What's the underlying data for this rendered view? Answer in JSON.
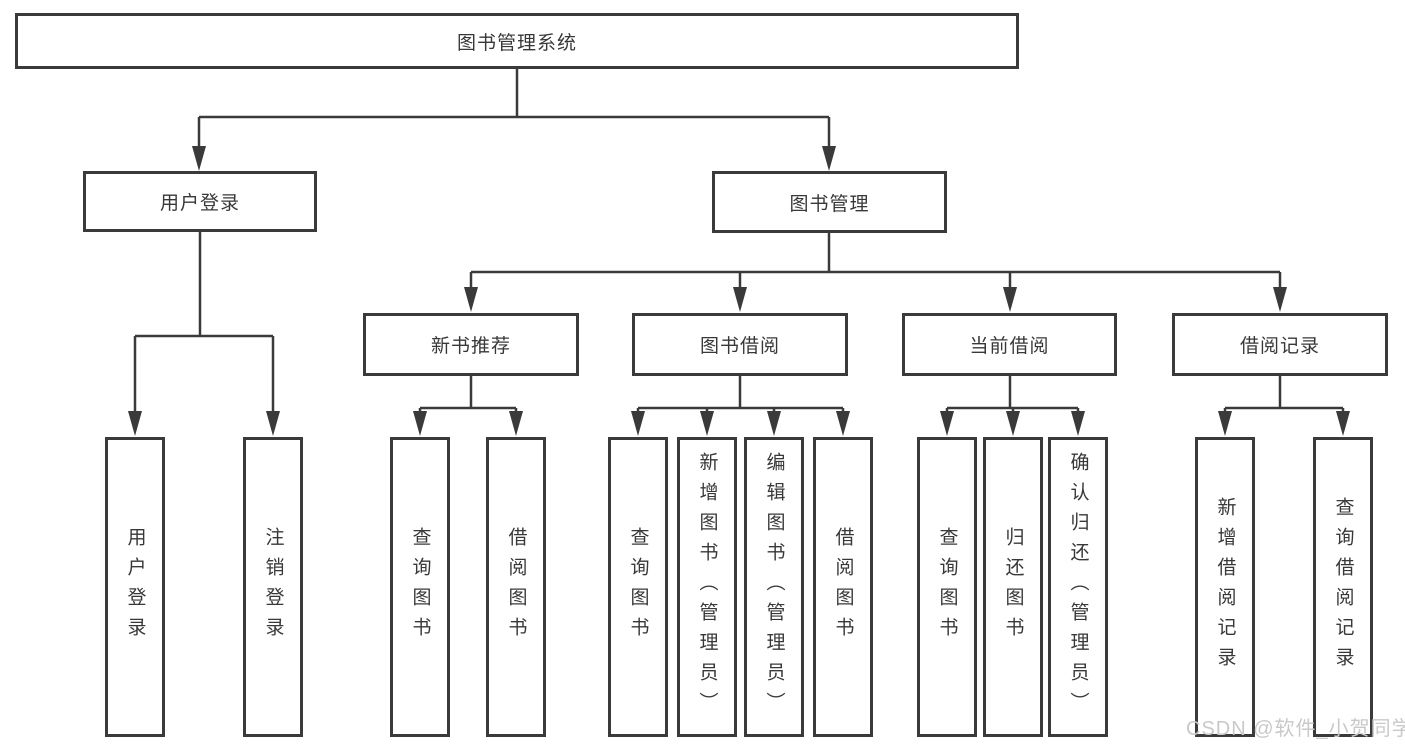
{
  "root": {
    "label": "图书管理系统"
  },
  "login": {
    "label": "用户登录",
    "children": [
      {
        "label": "用户登录"
      },
      {
        "label": "注销登录"
      }
    ]
  },
  "management": {
    "label": "图书管理",
    "modules": [
      {
        "label": "新书推荐",
        "children": [
          {
            "label": "查询图书"
          },
          {
            "label": "借阅图书"
          }
        ]
      },
      {
        "label": "图书借阅",
        "children": [
          {
            "label": "查询图书"
          },
          {
            "label": "新增图书（管理员）"
          },
          {
            "label": "编辑图书（管理员）"
          },
          {
            "label": "借阅图书"
          }
        ]
      },
      {
        "label": "当前借阅",
        "children": [
          {
            "label": "查询图书"
          },
          {
            "label": "归还图书"
          },
          {
            "label": "确认归还（管理员）"
          }
        ]
      },
      {
        "label": "借阅记录",
        "children": [
          {
            "label": "新增借阅记录"
          },
          {
            "label": "查询借阅记录"
          }
        ]
      }
    ]
  },
  "watermark": {
    "text": "CSDN @软件_小贺同学"
  },
  "colors": {
    "line": "#3a3a3a",
    "text": "#383838",
    "watermark": "#c9c9c9",
    "background": "#ffffff"
  }
}
